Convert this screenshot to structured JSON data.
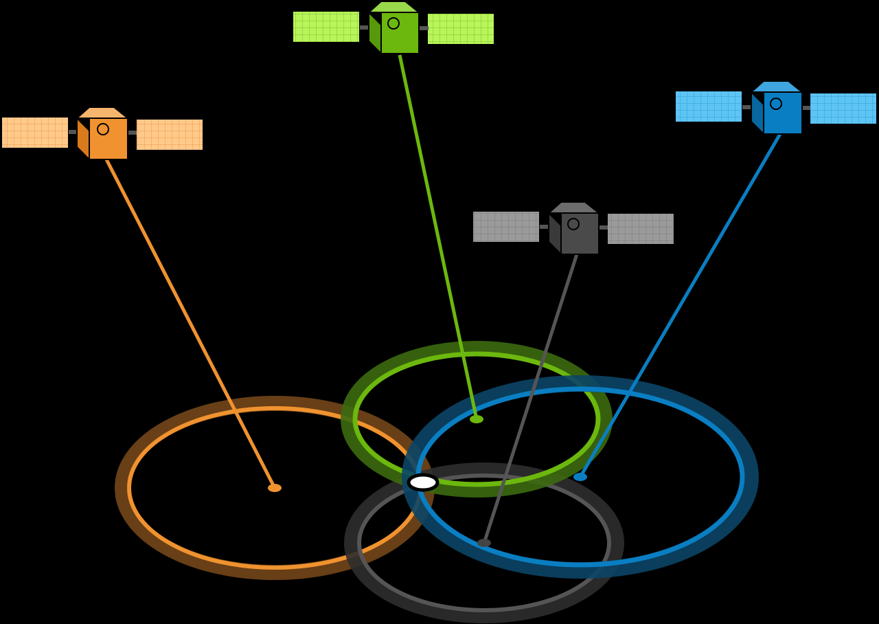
{
  "diagram": {
    "background": "#000000",
    "receiver_fix": {
      "fill": "#ffffff",
      "stroke": "#000000"
    },
    "satellites": [
      {
        "id": "orange",
        "color": "#f0922f",
        "body": "#f0922f",
        "body_side": "#d97a1c",
        "body_top": "#f6b56d",
        "panel": "#ffc98a",
        "ring_glow": "#7a4a1a",
        "tether": "#f0922f"
      },
      {
        "id": "green",
        "color": "#6cb80e",
        "body": "#6cb80e",
        "body_side": "#56990a",
        "body_top": "#98d84a",
        "panel": "#b8f55a",
        "ring_glow": "#3c6a10",
        "tether": "#6cb80e"
      },
      {
        "id": "gray",
        "color": "#555555",
        "body": "#4a4a4a",
        "body_side": "#3a3a3a",
        "body_top": "#6c6c6c",
        "panel": "#9a9a9a",
        "ring_glow": "#2e2e2e",
        "tether": "#555555"
      },
      {
        "id": "blue",
        "color": "#0a7ec2",
        "body": "#0a7ec2",
        "body_side": "#08679f",
        "body_top": "#3fa6e0",
        "panel": "#5ec4f4",
        "ring_glow": "#0b4566",
        "tether": "#0a7ec2"
      }
    ]
  }
}
